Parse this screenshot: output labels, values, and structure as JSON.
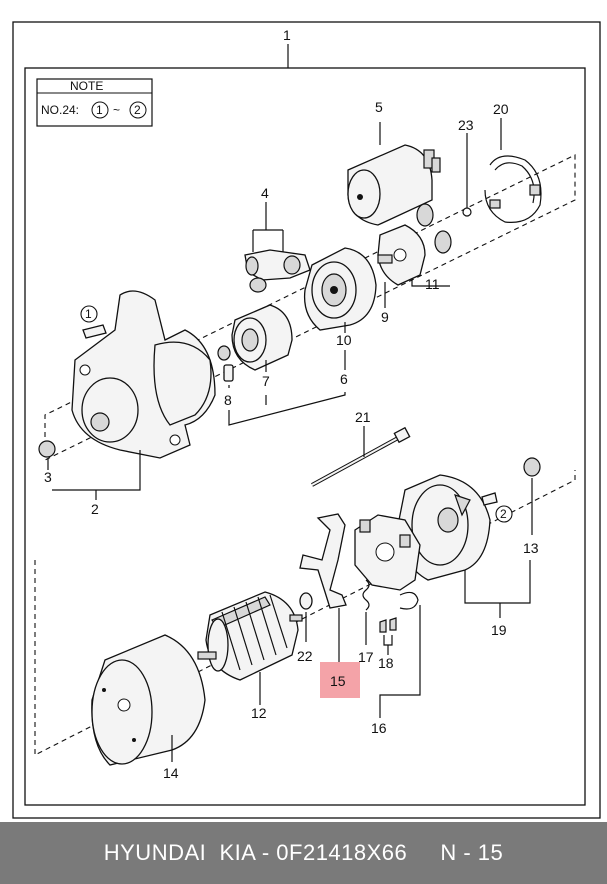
{
  "diagram": {
    "note": {
      "title": "NOTE",
      "text_prefix": "NO.24:",
      "circle_a": "1",
      "separator": "~",
      "circle_b": "2"
    },
    "labels": {
      "p1": "1",
      "p2": "2",
      "p3": "3",
      "p4": "4",
      "p5": "5",
      "p6": "6",
      "p7": "7",
      "p8": "8",
      "p9": "9",
      "p10": "10",
      "p11": "11",
      "p12": "12",
      "p13": "13",
      "p14": "14",
      "p15": "15",
      "p16": "16",
      "p17": "17",
      "p18": "18",
      "p19": "19",
      "p20": "20",
      "p21": "21",
      "p22": "22",
      "p23": "23",
      "circle1": "1",
      "circle2": "2"
    },
    "highlight_color": "#f4a3a8"
  },
  "footer": {
    "text": "HYUNDAI  KIA - 0F21418X66     N - 15"
  }
}
